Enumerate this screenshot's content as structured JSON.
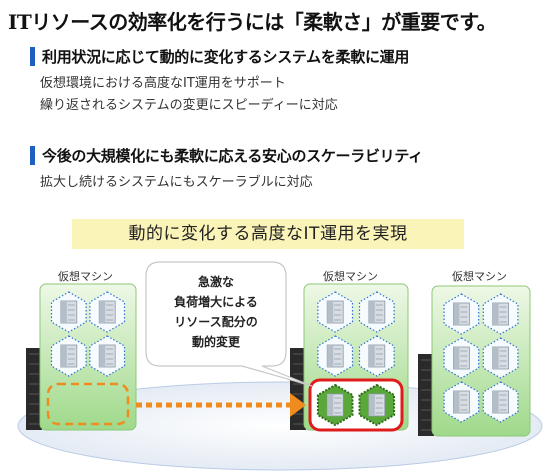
{
  "title": "ITリソースの効率化を行うには「柔軟さ」が重要です。",
  "sections": [
    {
      "heading": "利用状況に応じて動的に変化するシステムを柔軟に運用",
      "items": [
        "仮想環境における高度なIT運用をサポート",
        "繰り返されるシステムの変更にスピーディーに対応"
      ]
    },
    {
      "heading": "今後の大規模化にも柔軟に応える安心のスケーラビリティ",
      "items": [
        "拡大し続けるシステムにもスケーラブルに対応"
      ]
    }
  ],
  "banner": "動的に変化する高度なIT運用を実現",
  "vm_labels": [
    "仮想マシン",
    "仮想マシン",
    "仮想マシン"
  ],
  "callout": [
    "急激な",
    "負荷増大による",
    "リソース配分の",
    "動的変更"
  ],
  "groups": [
    {
      "hex_rows": 2,
      "empty_slot": true,
      "highlight_slot": false
    },
    {
      "hex_rows": 2,
      "empty_slot": false,
      "highlight_slot": true
    },
    {
      "hex_rows": 3,
      "empty_slot": false,
      "highlight_slot": false
    }
  ],
  "colors": {
    "accent": "#1f5fbf",
    "hex_stroke": "#2d6fd0",
    "highlight": "#e01b1b",
    "arrow": "#f08c1e",
    "green": "#5aa83a"
  }
}
